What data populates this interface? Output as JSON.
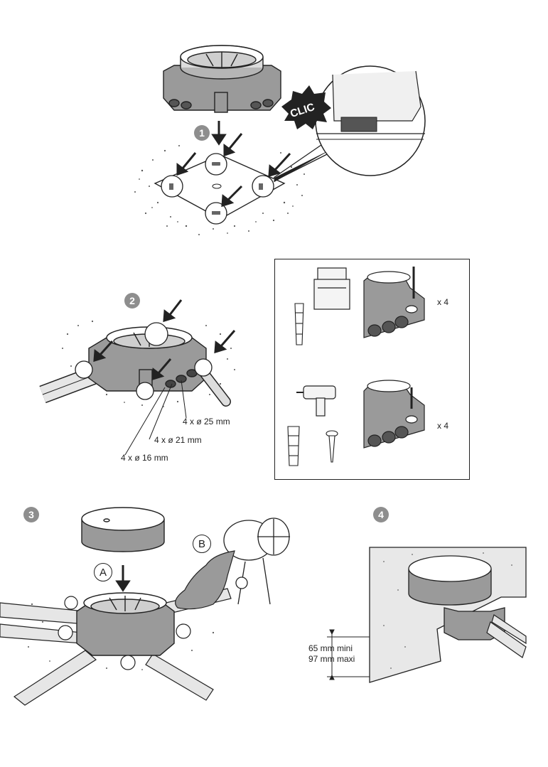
{
  "steps": {
    "s1": "1",
    "s2": "2",
    "s3": "3",
    "s4": "4"
  },
  "step1": {
    "callout_text": "CLIC"
  },
  "step2": {
    "conduit_25": "4 x ø 25 mm",
    "conduit_21": "4 x ø 21 mm",
    "conduit_16": "4 x ø 16 mm"
  },
  "fixing": {
    "count_top": "x 4",
    "count_bottom": "x 4"
  },
  "step3": {
    "label_a": "A",
    "label_b": "B"
  },
  "step4": {
    "depth_min": "65 mm mini",
    "depth_max": "97 mm maxi"
  },
  "colors": {
    "badge": "#8e8e8e",
    "line": "#222222",
    "box_body": "#9a9a9a"
  }
}
